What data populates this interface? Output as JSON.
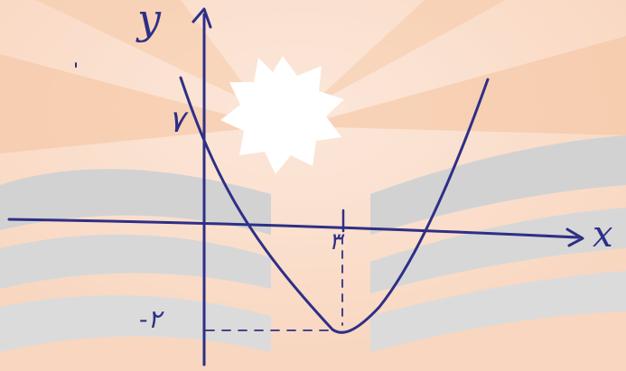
{
  "axes": {
    "x_label": "x",
    "y_label": "y"
  },
  "labels": {
    "y_intercept": "۷",
    "x_tick": "۳",
    "y_minimum": "-۲"
  },
  "colors": {
    "ink": "#2e2f86",
    "background_orange": "#f7c9a6",
    "background_gray": "#c8c8c8"
  }
}
